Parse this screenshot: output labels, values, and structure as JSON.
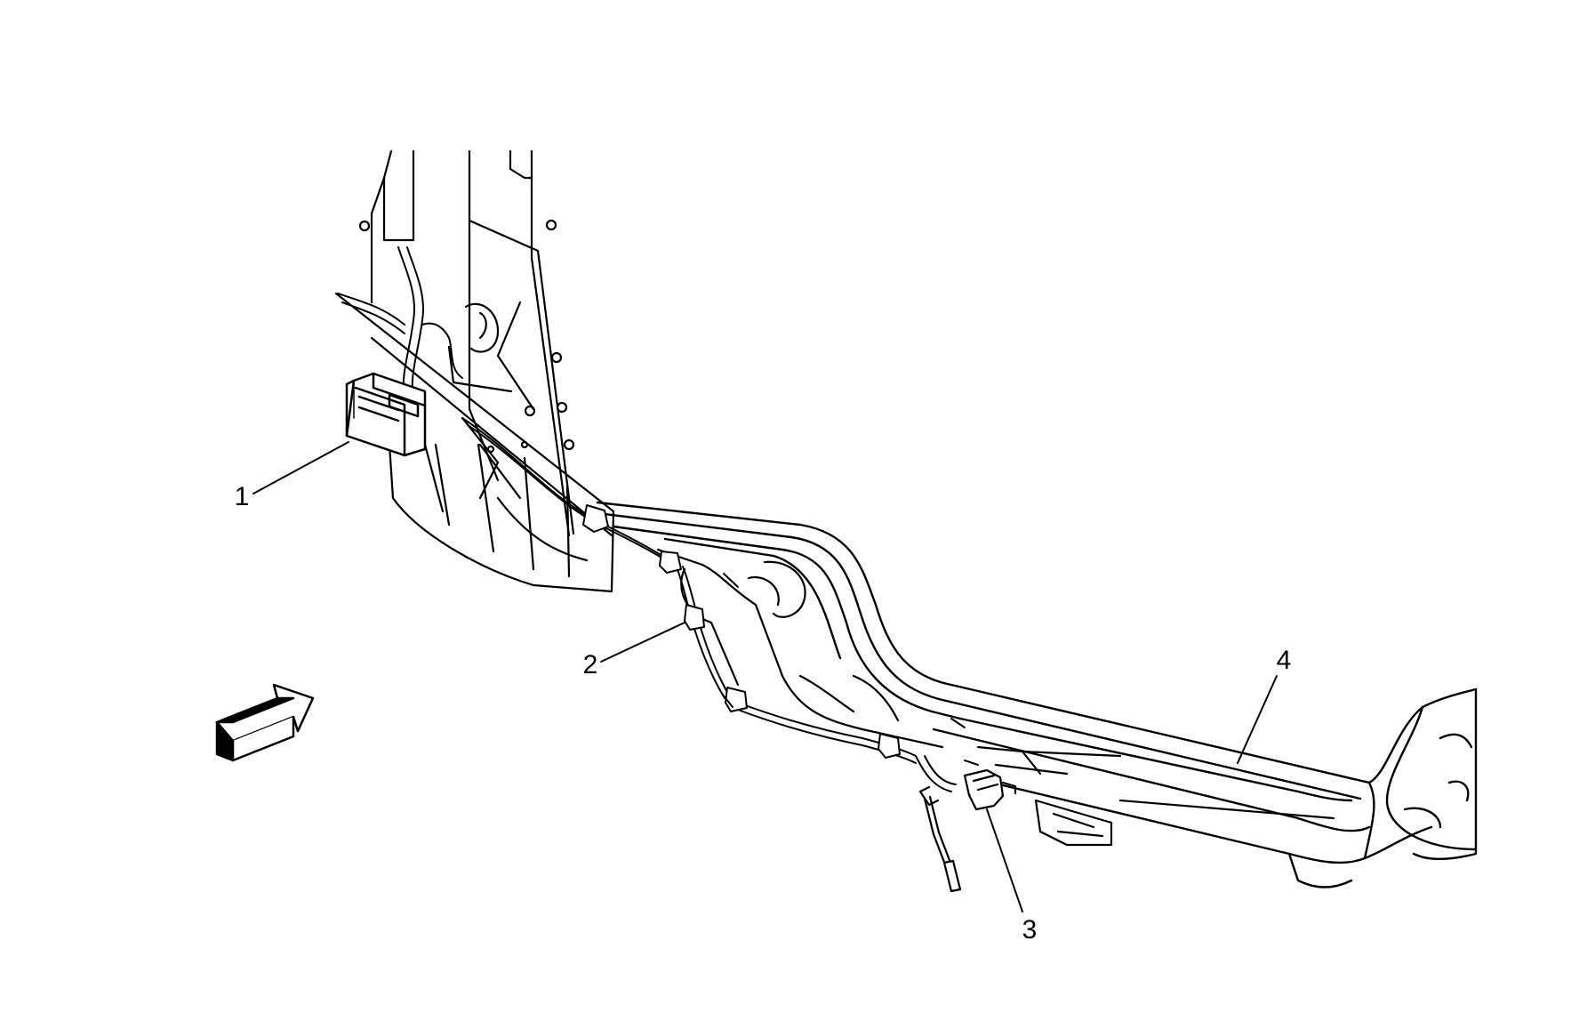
{
  "colors": {
    "background": "#ffffff",
    "line": "#000000",
    "fill": "#ffffff",
    "shade": "#000000"
  },
  "callouts": [
    {
      "id": "1",
      "label": "1",
      "part_icon": "control-module-icon"
    },
    {
      "id": "2",
      "label": "2",
      "part_icon": "harness-clip-icon"
    },
    {
      "id": "3",
      "label": "3",
      "part_icon": "sensor-connector-icon"
    },
    {
      "id": "4",
      "label": "4",
      "part_icon": "rocker-panel-icon"
    }
  ],
  "icons": {
    "direction_arrow": "front-direction-arrow-icon"
  }
}
